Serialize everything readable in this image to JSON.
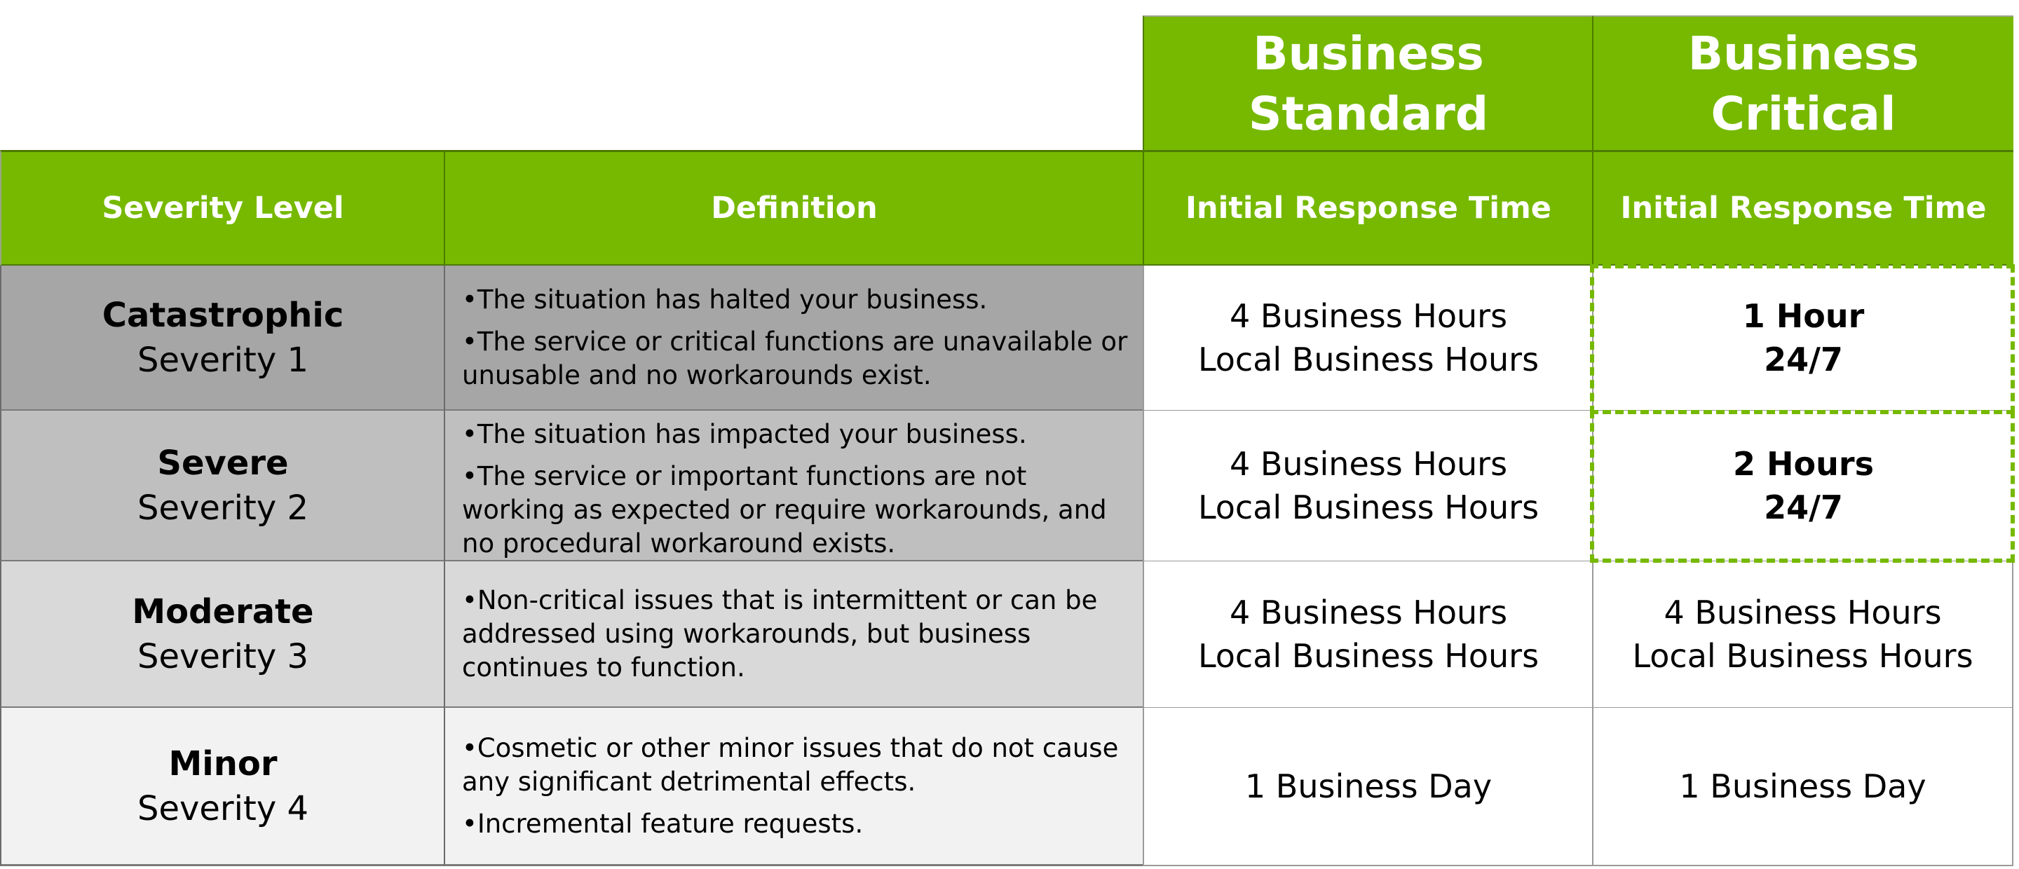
{
  "colors": {
    "header_green": "#76b900",
    "row_backgrounds": [
      "#a6a6a6",
      "#bfbfbf",
      "#d9d9d9",
      "#f2f2f2"
    ],
    "highlight_border": "#76b900"
  },
  "tiers": [
    {
      "line1": "Business",
      "line2": "Standard"
    },
    {
      "line1": "Business",
      "line2": "Critical"
    }
  ],
  "columns": {
    "severity": "Severity Level",
    "definition": "Definition",
    "standard_response": "Initial Response Time",
    "critical_response": "Initial Response Time"
  },
  "rows": [
    {
      "name": "Catastrophic",
      "level": "Severity 1",
      "definition": [
        "•The situation has halted your business.",
        "•The service or critical functions are unavailable or unusable and no workarounds exist."
      ],
      "standard": {
        "line1": "4 Business Hours",
        "line2": "Local Business Hours"
      },
      "critical": {
        "line1": "1 Hour",
        "line2": "24/7"
      }
    },
    {
      "name": "Severe",
      "level": "Severity 2",
      "definition": [
        "•The situation has impacted your business.",
        "•The service or important functions are not working as expected or require workarounds, and no procedural workaround exists."
      ],
      "standard": {
        "line1": "4 Business Hours",
        "line2": "Local Business Hours"
      },
      "critical": {
        "line1": "2 Hours",
        "line2": "24/7"
      }
    },
    {
      "name": "Moderate",
      "level": "Severity 3",
      "definition": [
        "•Non-critical issues that is intermittent or can be addressed using workarounds, but business continues to function."
      ],
      "standard": {
        "line1": "4 Business Hours",
        "line2": "Local Business Hours"
      },
      "critical": {
        "line1": "4 Business Hours",
        "line2": "Local Business Hours"
      }
    },
    {
      "name": "Minor",
      "level": "Severity 4",
      "definition": [
        "•Cosmetic or other minor issues that do not cause any significant detrimental effects.",
        "•Incremental feature requests."
      ],
      "standard": {
        "line1": "1 Business Day",
        "line2": ""
      },
      "critical": {
        "line1": "1 Business Day",
        "line2": ""
      }
    }
  ]
}
